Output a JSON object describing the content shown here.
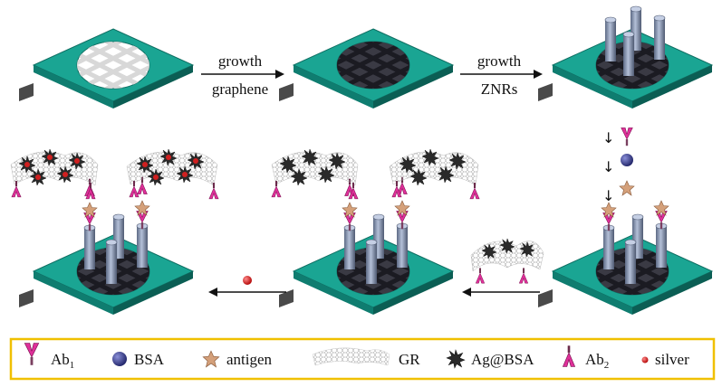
{
  "arrows": {
    "step1": {
      "top": "growth",
      "bottom": "graphene"
    },
    "step2": {
      "top": "growth",
      "bottom": "ZNRs"
    }
  },
  "legend": {
    "ab1": {
      "main": "Ab",
      "sub": "1"
    },
    "bsa": "BSA",
    "antigen": "antigen",
    "gr": "GR",
    "ag_bsa": "Ag@BSA",
    "ab2": {
      "main": "Ab",
      "sub": "2"
    },
    "silver": "silver"
  },
  "colors": {
    "substrate": "#1aa593",
    "substrate_edge": "#0f6e62",
    "tab": "#4a4a4a",
    "grid_white": "#e8e8e8",
    "grid_dark": "#2b2b33",
    "rod": "#8e9bb5",
    "antibody": "#e0309a",
    "bsa": "#3a3f8f",
    "antigen": "#d4a07a",
    "silver": "#e02020",
    "legend_border": "#f0c000"
  }
}
